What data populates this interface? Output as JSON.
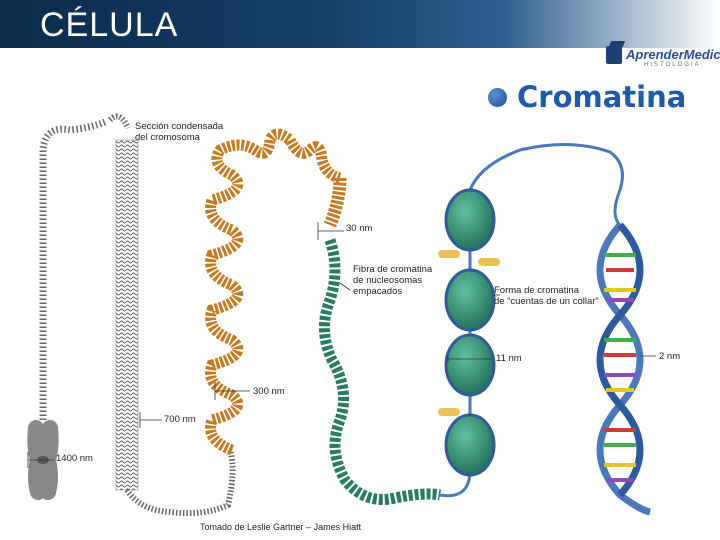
{
  "header": {
    "title": "CÉLULA"
  },
  "logo": {
    "name": "AprenderMedicina",
    "tagline": "HISTOLOGIA"
  },
  "subtitle": "Cromatina",
  "labels": {
    "condensed": "Sección condensada",
    "condensed2": "del cromosoma",
    "nm30": "30 nm",
    "fiber1": "Fibra de cromatina",
    "fiber2": "de nucleosomas",
    "fiber3": "empacados",
    "beads1": "Forma de cromatina",
    "beads2": "de “cuentas de un collar”",
    "nm11": "11 nm",
    "nm2": "2 nm",
    "nm300": "300 nm",
    "nm700": "700 nm",
    "nm1400": "1400 nm"
  },
  "credit": "Tomado de Leslie Gartner – James Hiatt",
  "colors": {
    "header": "#163f66",
    "accent": "#1f5aa8",
    "nucleosome": "#3d8f76",
    "dna": "#4a78b8",
    "fiber": "#e09a38"
  }
}
